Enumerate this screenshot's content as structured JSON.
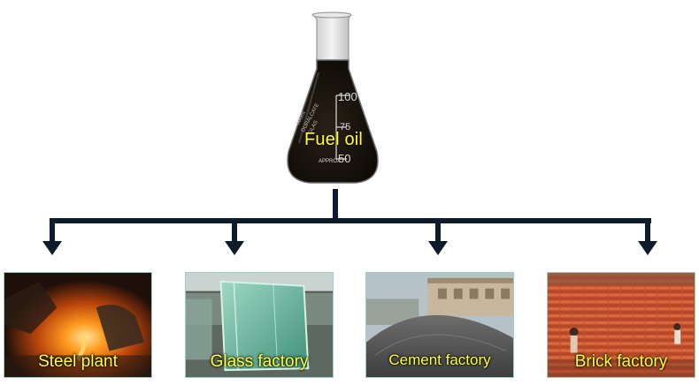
{
  "source": {
    "label": "Fuel oil",
    "flask_marks": [
      "100",
      "75",
      "50"
    ],
    "flask_small_text": [
      "500ml",
      "DURALCATE",
      "GLAS",
      "APPROX"
    ]
  },
  "targets": [
    {
      "label": "Steel plant"
    },
    {
      "label": "Glass factory"
    },
    {
      "label": "Cement factory"
    },
    {
      "label": "Brick factory"
    }
  ],
  "colors": {
    "connector": "#0d1b2a",
    "label_text": "#ffff33",
    "card_border": "#9ad0c6"
  }
}
